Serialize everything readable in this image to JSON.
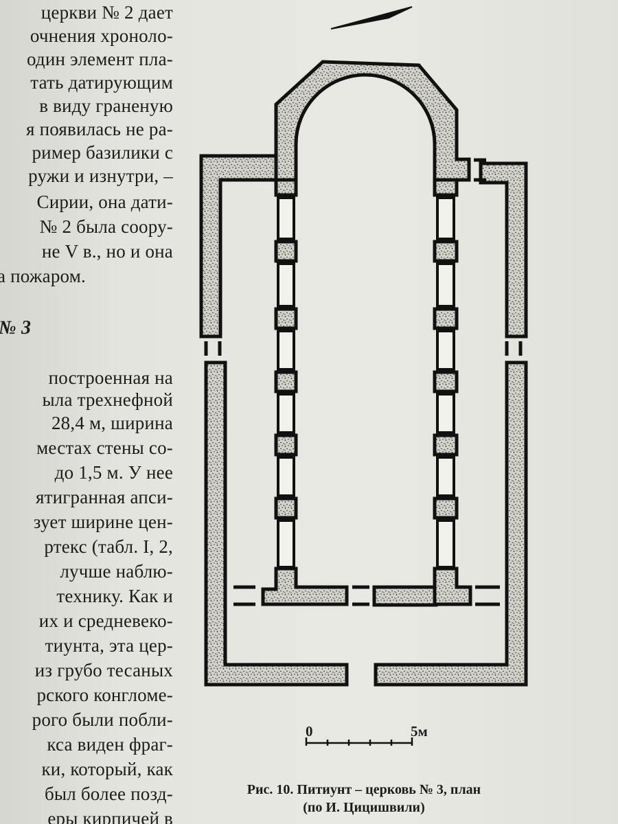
{
  "body_text": {
    "lines": [
      "церкви № 2 дает",
      "очнения хроноло-",
      "один элемент пла-",
      "тать датирующим",
      "в виду граненую",
      "я появилась не ра-",
      "ример базилики с",
      "ружи и изнутри, –",
      "Сирии, она дати-",
      "№ 2 была соору-",
      "не V в., но и она",
      "а пожаром.",
      "№ 3",
      "построенная на",
      "ыла трехнефной",
      "28,4 м, ширина",
      "местах стены со-",
      "до 1,5 м. У нее",
      "ятигранная апси-",
      "зует ширине цен-",
      "ртекс (табл. I, 2,",
      "лучше наблю-",
      "технику. Как и",
      "их и средневеко-",
      "тиунта, эта цер-",
      "из грубо тесаных",
      "рского конгломе-",
      "рого были побли-",
      "кса виден фраг-",
      "ки, который, как",
      "был более позд-",
      "еры кирпичей в"
    ]
  },
  "figure": {
    "scale_zero": "0",
    "scale_max": "5м",
    "caption_line1": "Рис. 10. Питиунт – церковь № 3, план",
    "caption_line2": "(по И. Цицишвили)"
  },
  "colors": {
    "ink": "#111111",
    "paper": "#e6e6e0",
    "fill_stipple": "#cfcfc7"
  }
}
